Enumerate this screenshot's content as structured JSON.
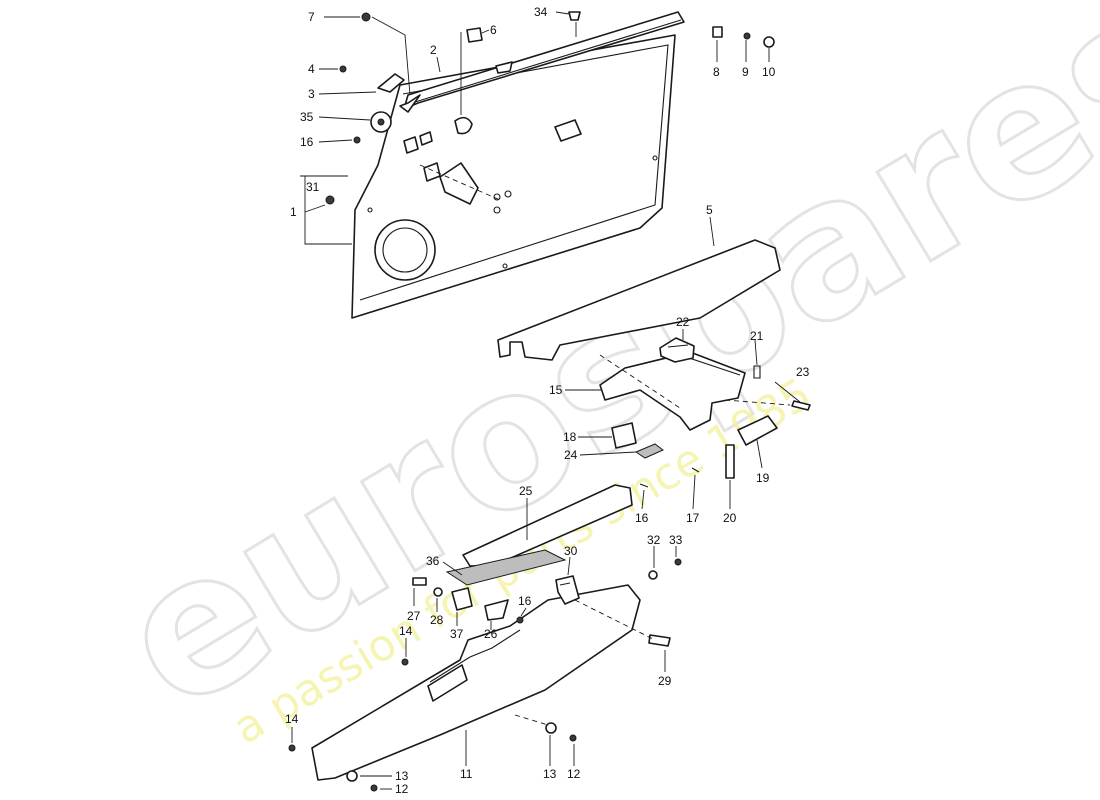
{
  "watermark": {
    "brand": "eurospares",
    "tagline": "a passion for parts since 1985",
    "brand_color": "#e3e3e3",
    "tagline_color": "#f3f19a"
  },
  "callouts": {
    "p1": "1",
    "p2": "2",
    "p3": "3",
    "p4": "4",
    "p5": "5",
    "p6": "6",
    "p7": "7",
    "p8": "8",
    "p9": "9",
    "p10": "10",
    "p11": "11",
    "p12a": "12",
    "p12b": "12",
    "p13a": "13",
    "p13b": "13",
    "p14a": "14",
    "p14b": "14",
    "p15": "15",
    "p16a": "16",
    "p16b": "16",
    "p16c": "16",
    "p17": "17",
    "p18": "18",
    "p19": "19",
    "p20": "20",
    "p21": "21",
    "p22": "22",
    "p23": "23",
    "p24": "24",
    "p25": "25",
    "p26": "26",
    "p27": "27",
    "p28": "28",
    "p29": "29",
    "p30": "30",
    "p31": "31",
    "p32": "32",
    "p33": "33",
    "p34": "34",
    "p35": "35",
    "p36": "36",
    "p37": "37"
  }
}
